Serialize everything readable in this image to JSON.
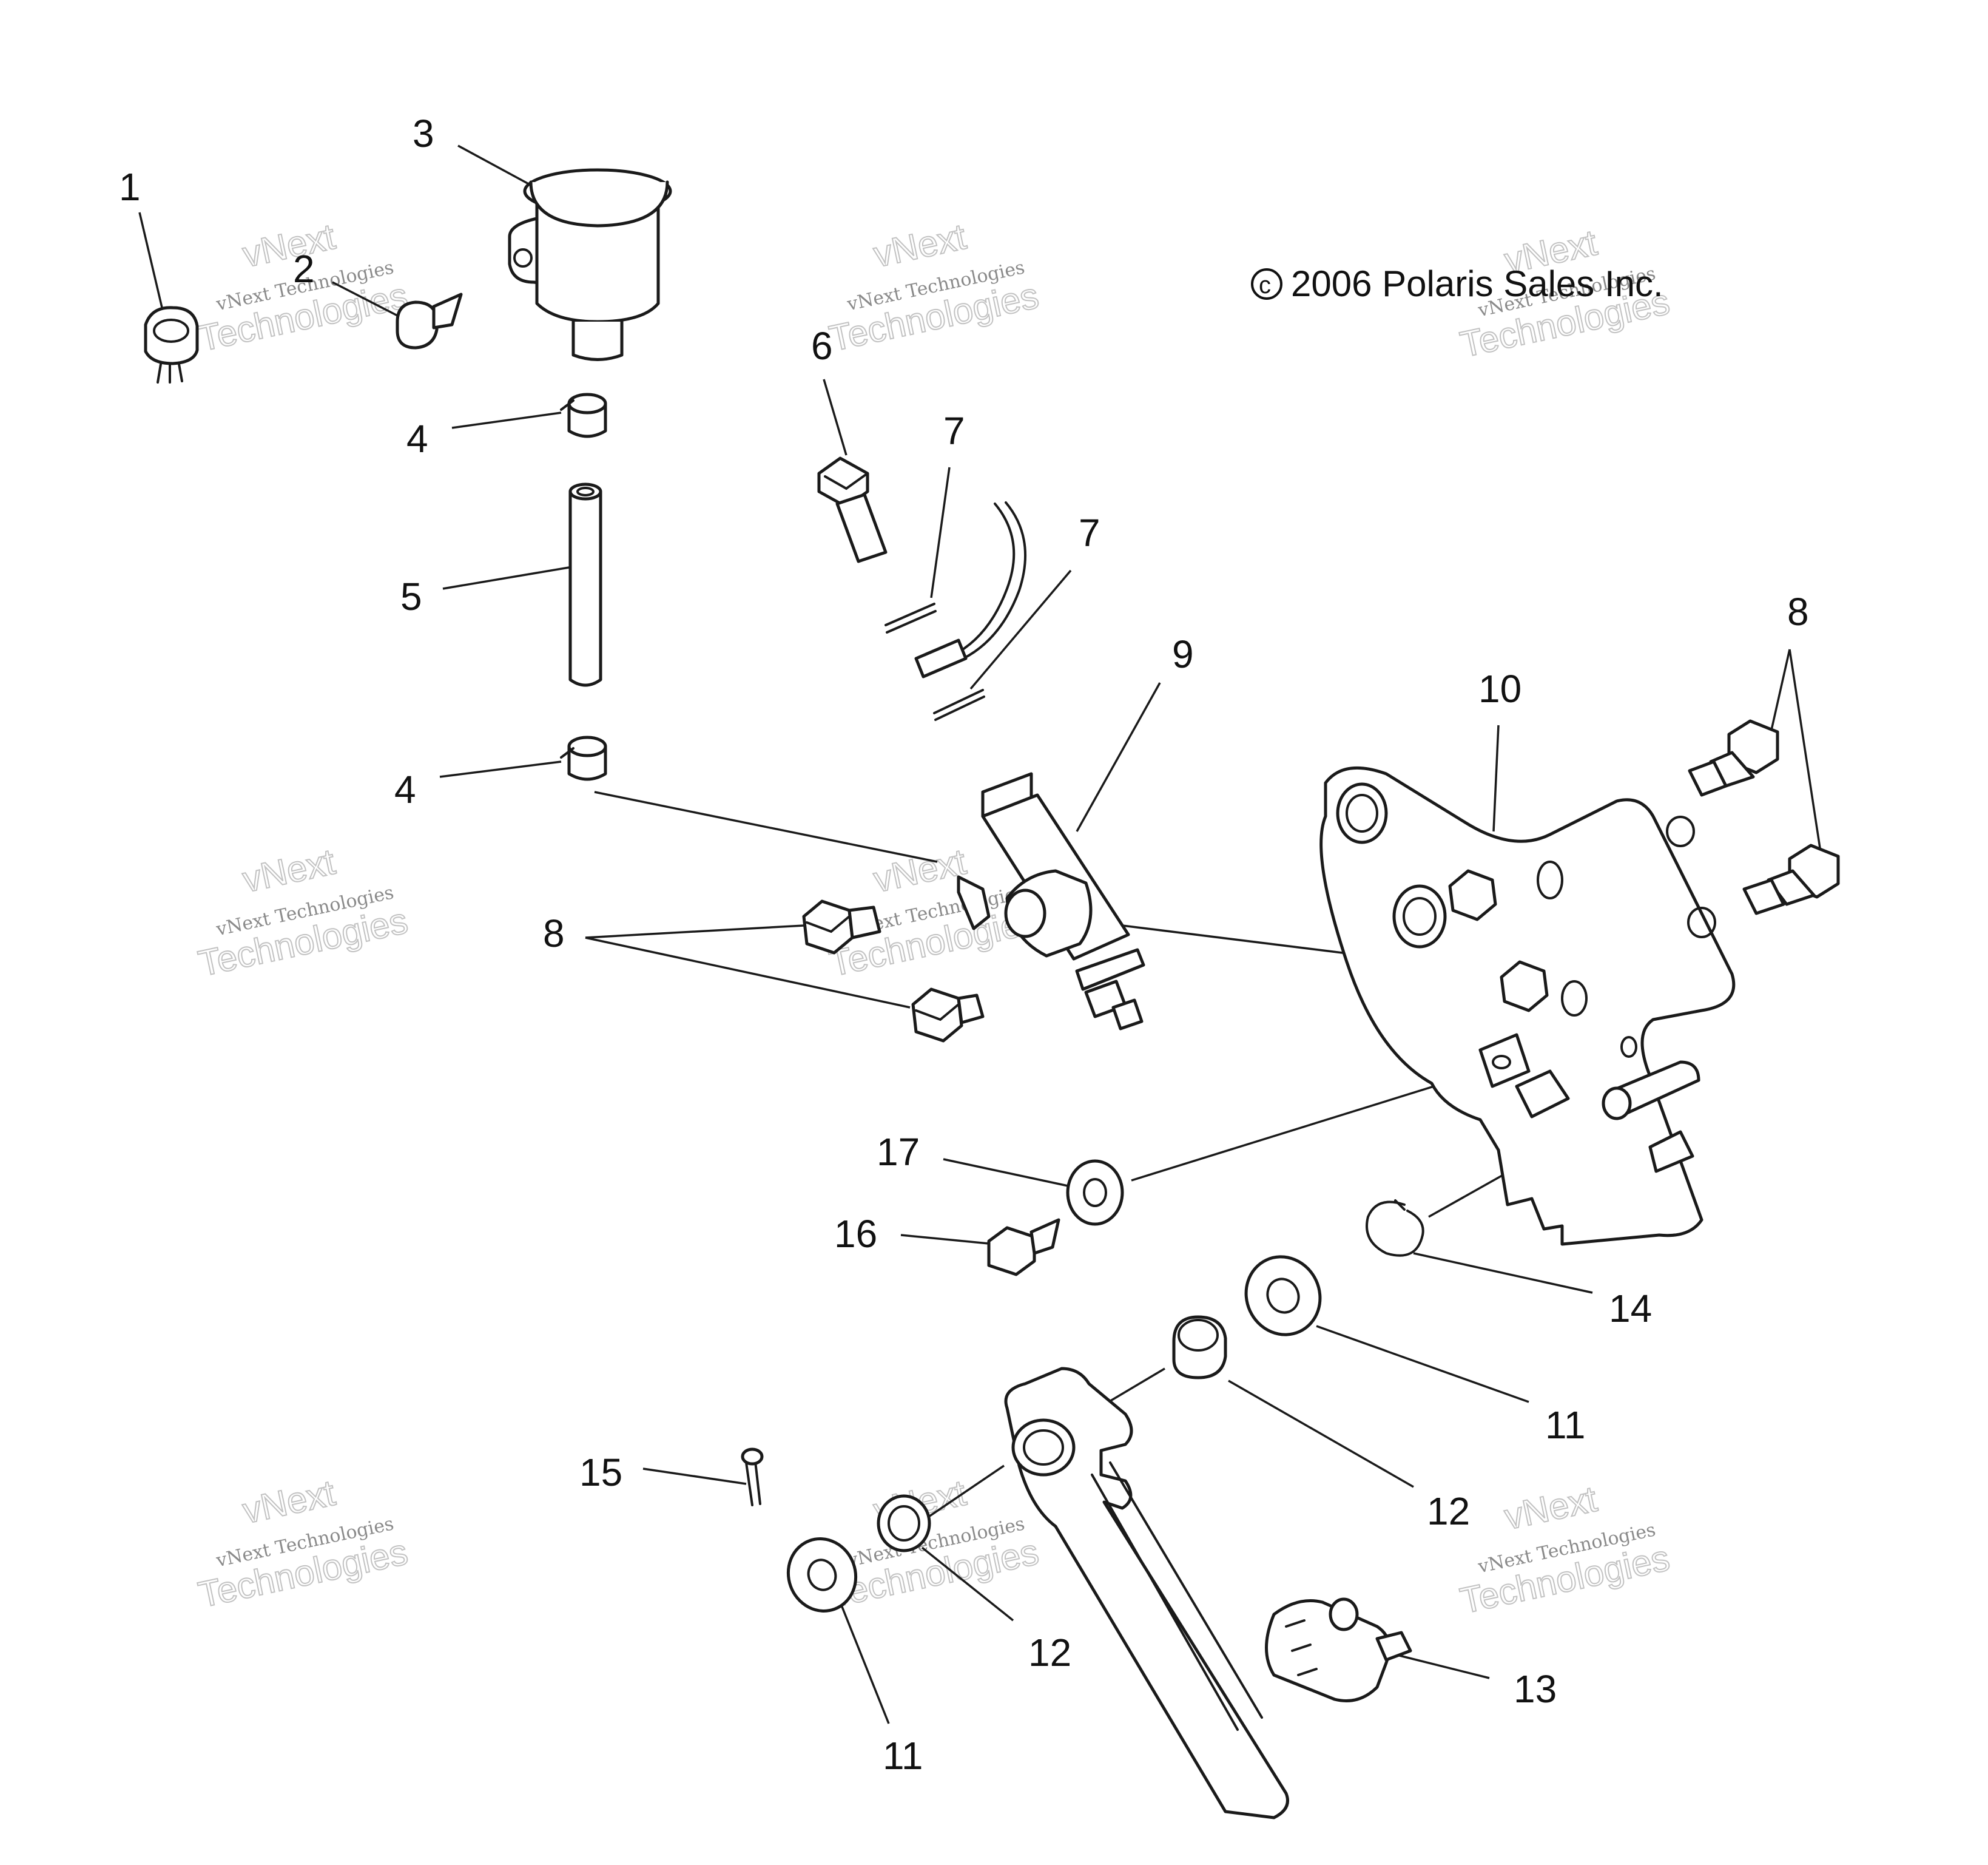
{
  "copyright": "2006 Polaris Sales Inc.",
  "copyright_symbol": "c",
  "watermark": {
    "line1": "vNext Technologies",
    "line2": "vNext",
    "line3": "Technologies"
  },
  "callouts": [
    "1",
    "2",
    "3",
    "4",
    "4",
    "5",
    "6",
    "7",
    "7",
    "8",
    "8",
    "9",
    "10",
    "11",
    "11",
    "12",
    "12",
    "13",
    "14",
    "15",
    "16",
    "17"
  ]
}
